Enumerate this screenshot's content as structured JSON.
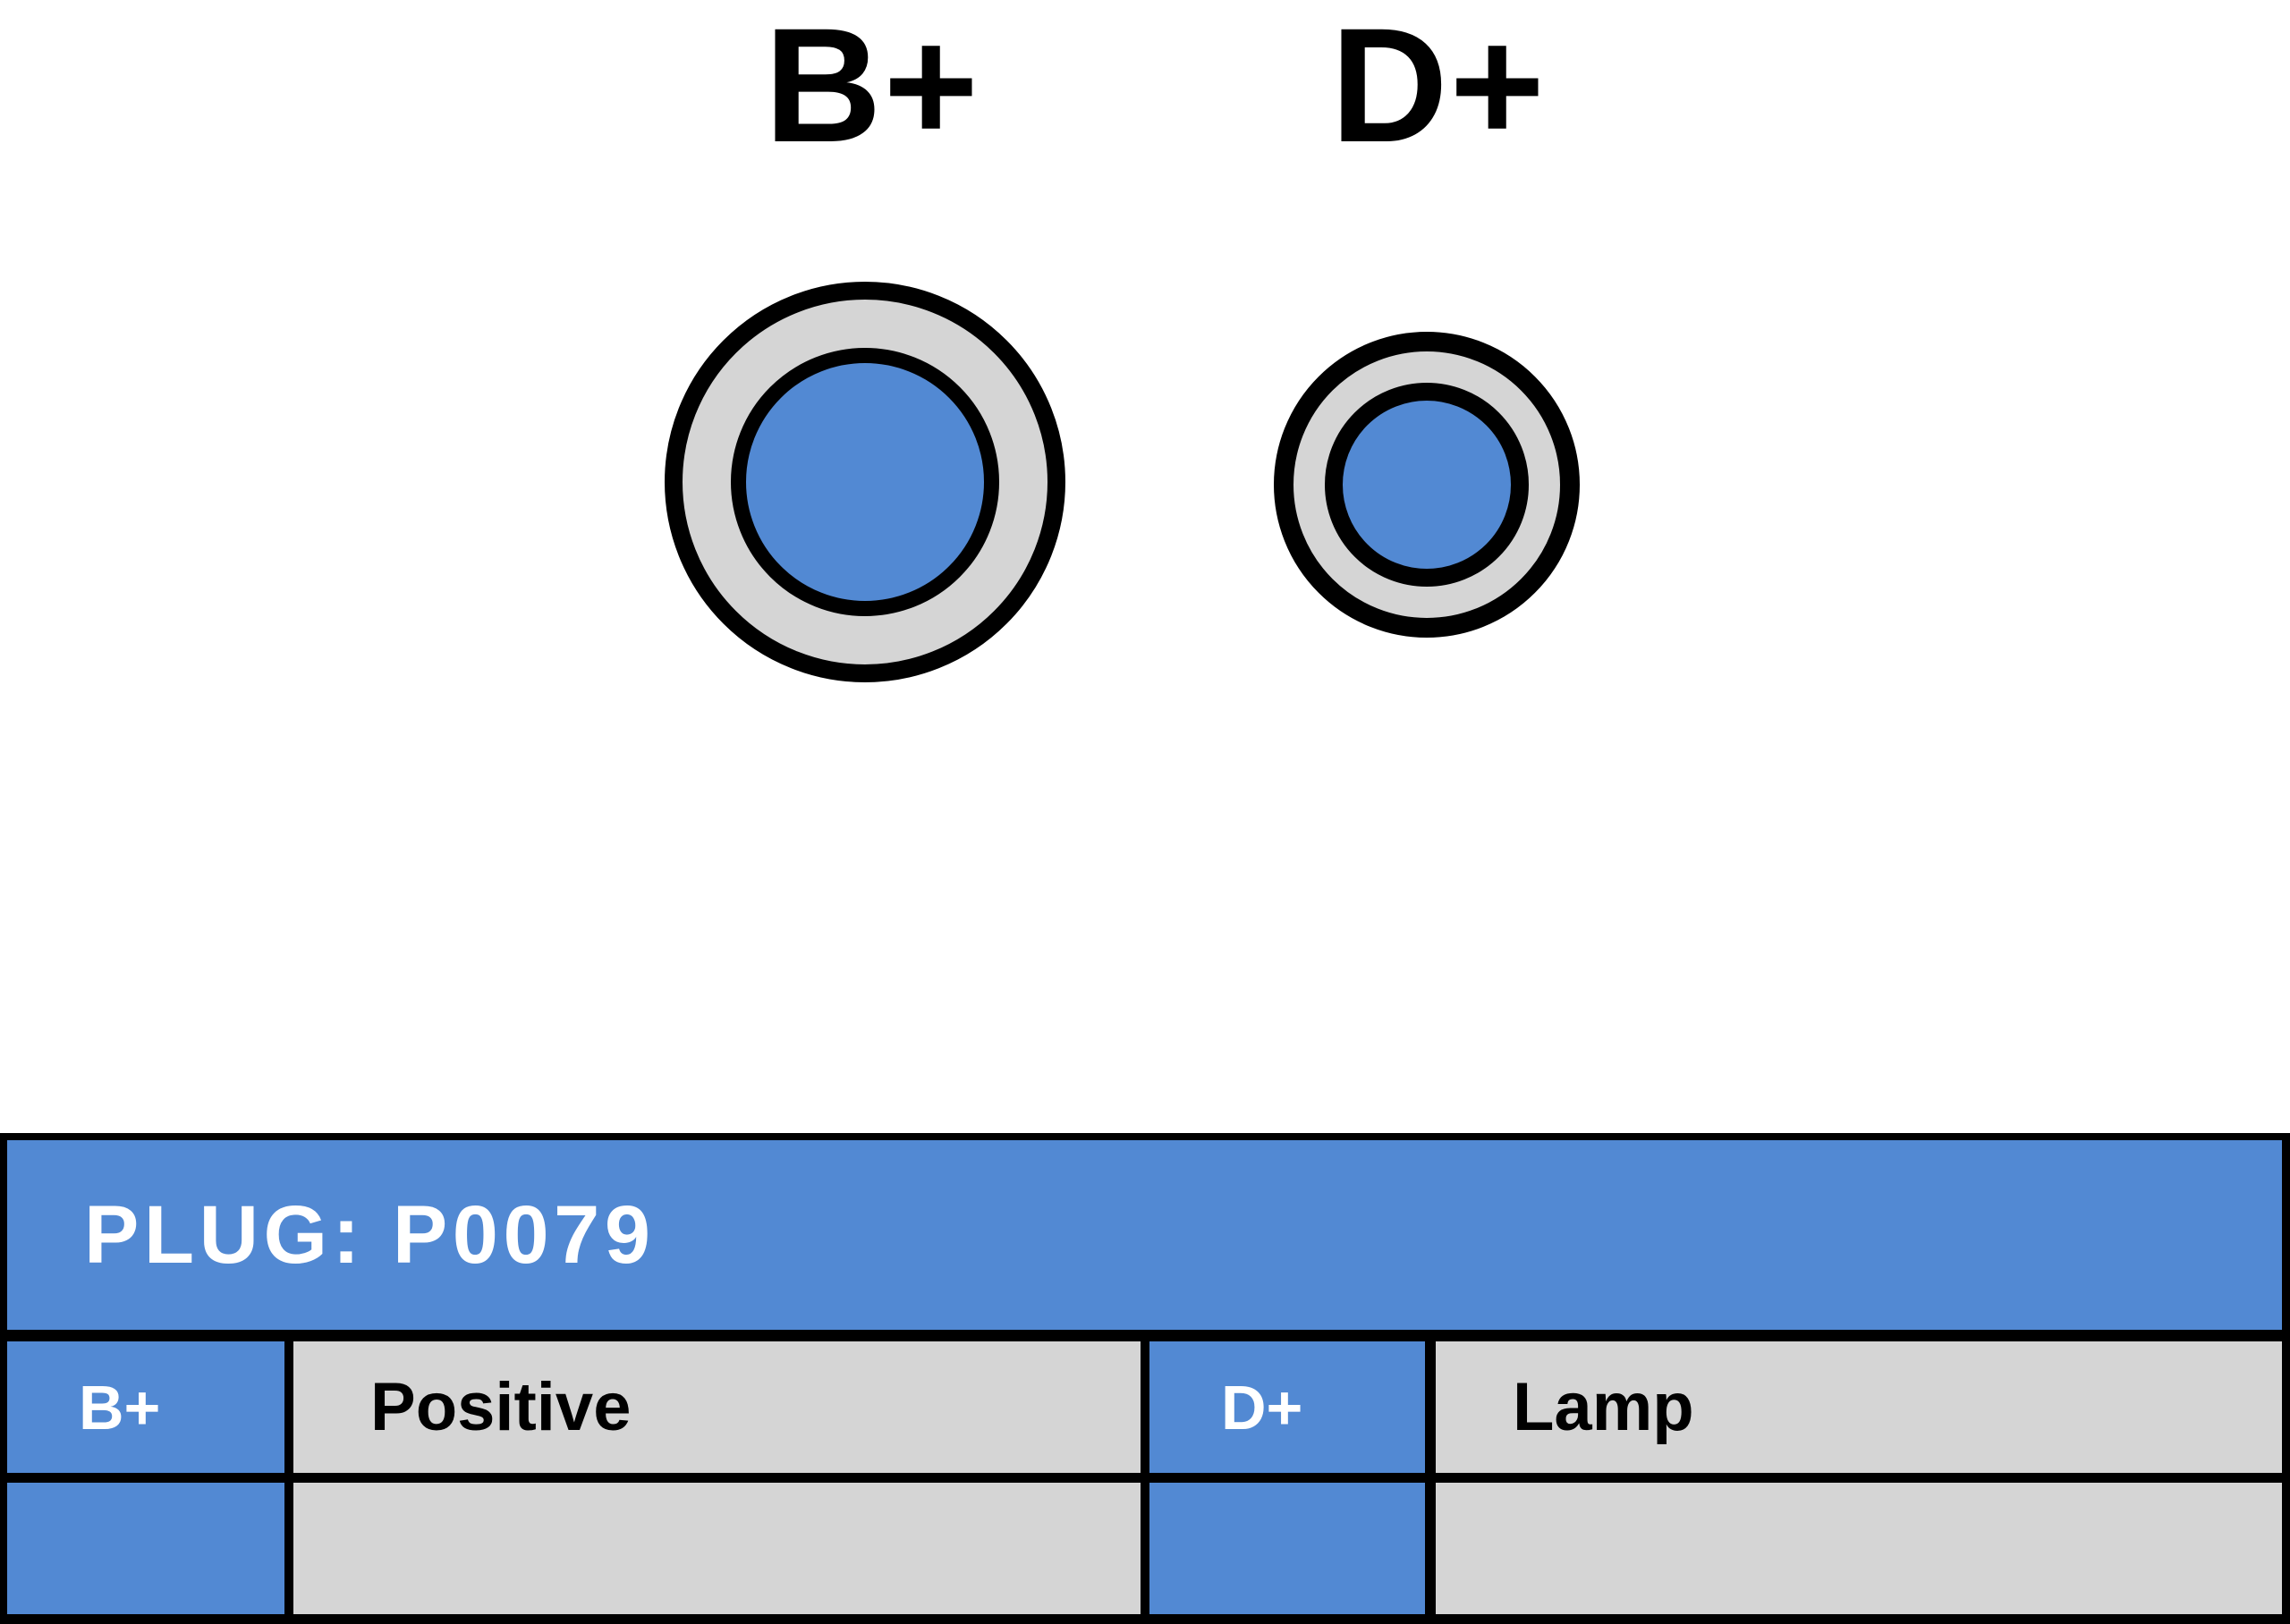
{
  "diagram": {
    "terminals": [
      {
        "id": "b_plus",
        "label": "B+",
        "size": "large"
      },
      {
        "id": "d_plus",
        "label": "D+",
        "size": "small"
      }
    ],
    "labels": {
      "b_plus": "B+",
      "d_plus": "D+"
    }
  },
  "table": {
    "title": "PLUG: P0079",
    "row1": {
      "c1": "B+",
      "c2": "Positive",
      "c3": "D+",
      "c4": "Lamp"
    },
    "row2": {
      "c1": "",
      "c2": "",
      "c3": "",
      "c4": ""
    }
  },
  "colors": {
    "terminal_blue": "#5289D3",
    "ring_gray": "#D5D5D5",
    "border_black": "#000000",
    "header_text": "#FFFFFF"
  }
}
